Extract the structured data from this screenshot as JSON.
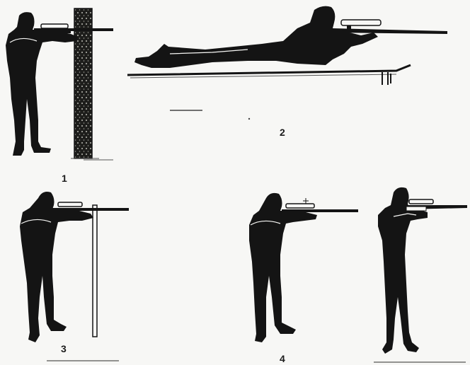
{
  "figures": [
    {
      "number": "1"
    },
    {
      "number": "2"
    },
    {
      "number": "3"
    },
    {
      "number": "4"
    }
  ],
  "colors": {
    "ink": "#141414",
    "paper": "#f7f7f5",
    "bark": "#3a3a36"
  }
}
